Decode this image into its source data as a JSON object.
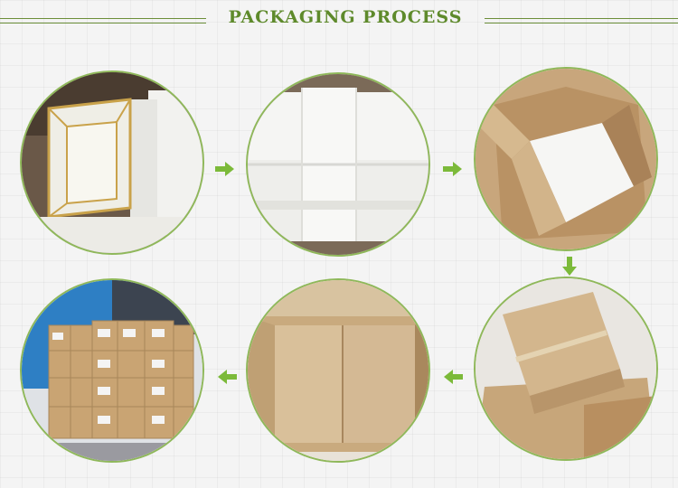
{
  "header": {
    "title": "PACKAGING PROCESS"
  },
  "colors": {
    "accent_green": "#6c8f3a",
    "arrow_green": "#7cba3a",
    "ring_green": "#8fb85a"
  },
  "steps": [
    {
      "icon": "glass-frame-photo"
    },
    {
      "icon": "foam-blocks-photo"
    },
    {
      "icon": "foam-in-box-photo"
    },
    {
      "icon": "sealed-box-photo"
    },
    {
      "icon": "open-box-photo"
    },
    {
      "icon": "stacked-cartons-photo"
    }
  ]
}
